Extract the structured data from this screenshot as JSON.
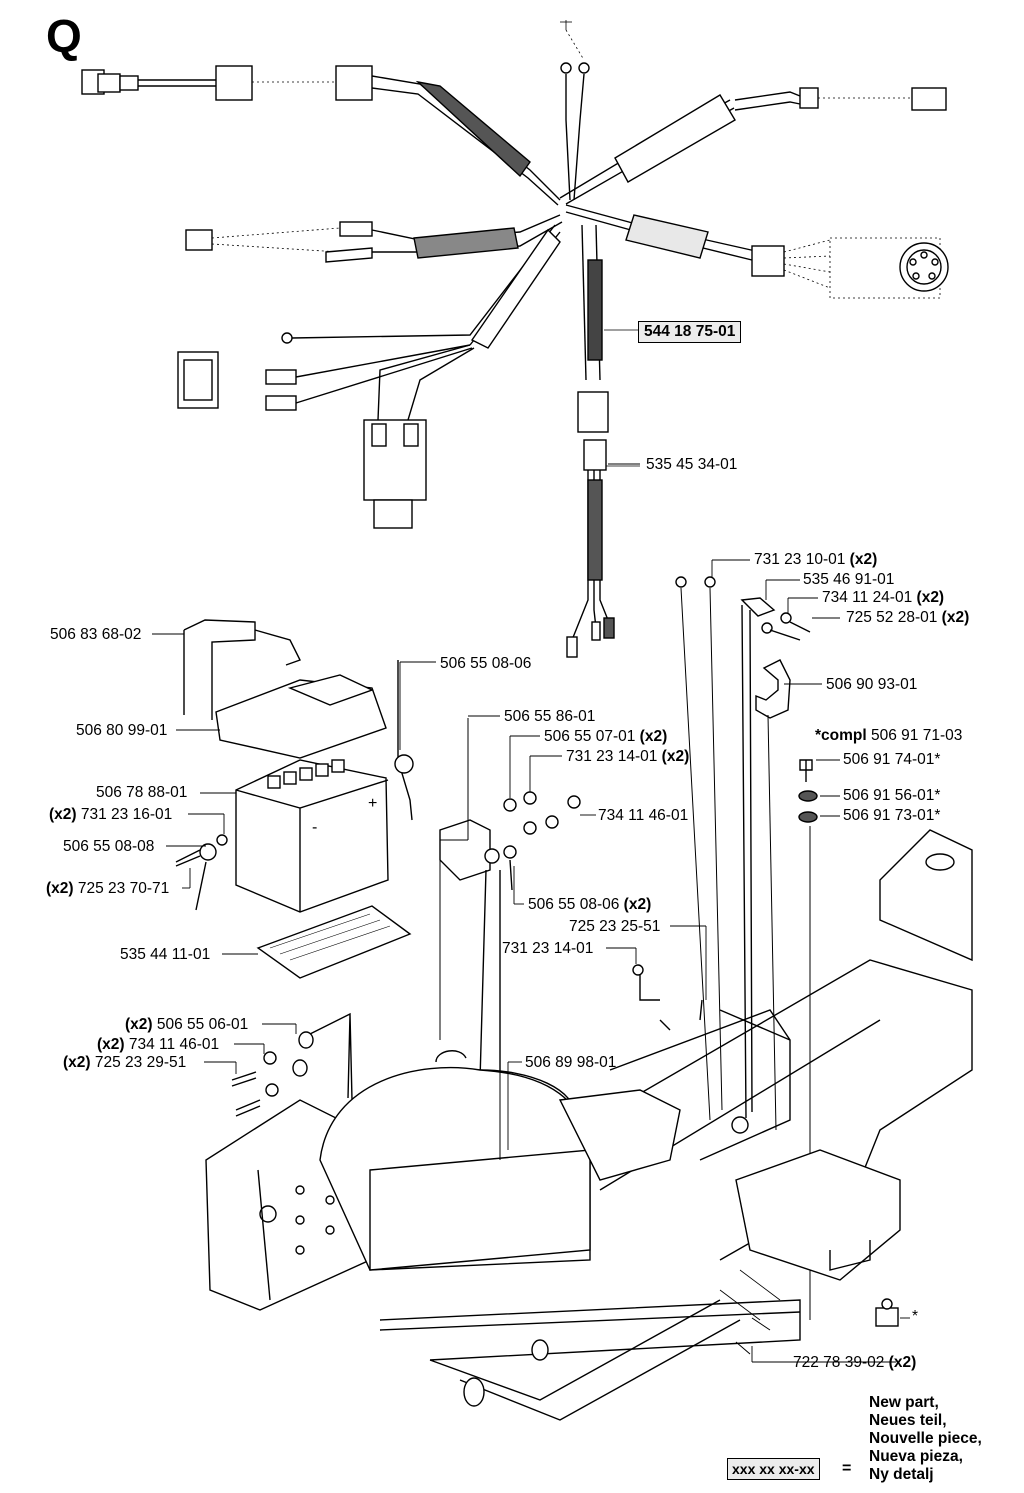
{
  "section": "Q",
  "labels": {
    "harness": "544 18 75-01",
    "p1": "535 45 34-01",
    "p2": "731 23 10-01",
    "p3": "535 46 91-01",
    "p4": "734 11 24-01",
    "p5": "725 52 28-01",
    "p6": "506 83 68-02",
    "p7": "506 55 08-06",
    "p8": "506 90 93-01",
    "p9": "506 80 99-01",
    "p10": "506 55 86-01",
    "p11": "506 55 07-01",
    "p12": "731 23 14-01",
    "p13": "*compl",
    "p13b": "506 91 71-03",
    "p14": "506 78 88-01",
    "p15": "506 91 74-01*",
    "p16": "731 23 16-01",
    "p17": "506 91 56-01*",
    "p18": "734 11 46-01",
    "p19": "506 91 73-01*",
    "p20": "506 55 08-08",
    "p21": "725 23 70-71",
    "p22": "506 55 08-06",
    "p23": "725 23 25-51",
    "p24": "535 44 11-01",
    "p25": "731 23 14-01",
    "p26": "506 55 06-01",
    "p27": "734 11 46-01",
    "p28": "725 23 29-51",
    "p29": "506 89 98-01",
    "p30": "722 78 39-02",
    "x2": "(x2)",
    "star": "*"
  },
  "legend": {
    "lines": [
      "New part,",
      "Neues teil,",
      "Nouvelle piece,",
      "Nueva pieza,",
      "Ny detalj"
    ],
    "box": "xxx xx xx-xx",
    "equals": "="
  }
}
